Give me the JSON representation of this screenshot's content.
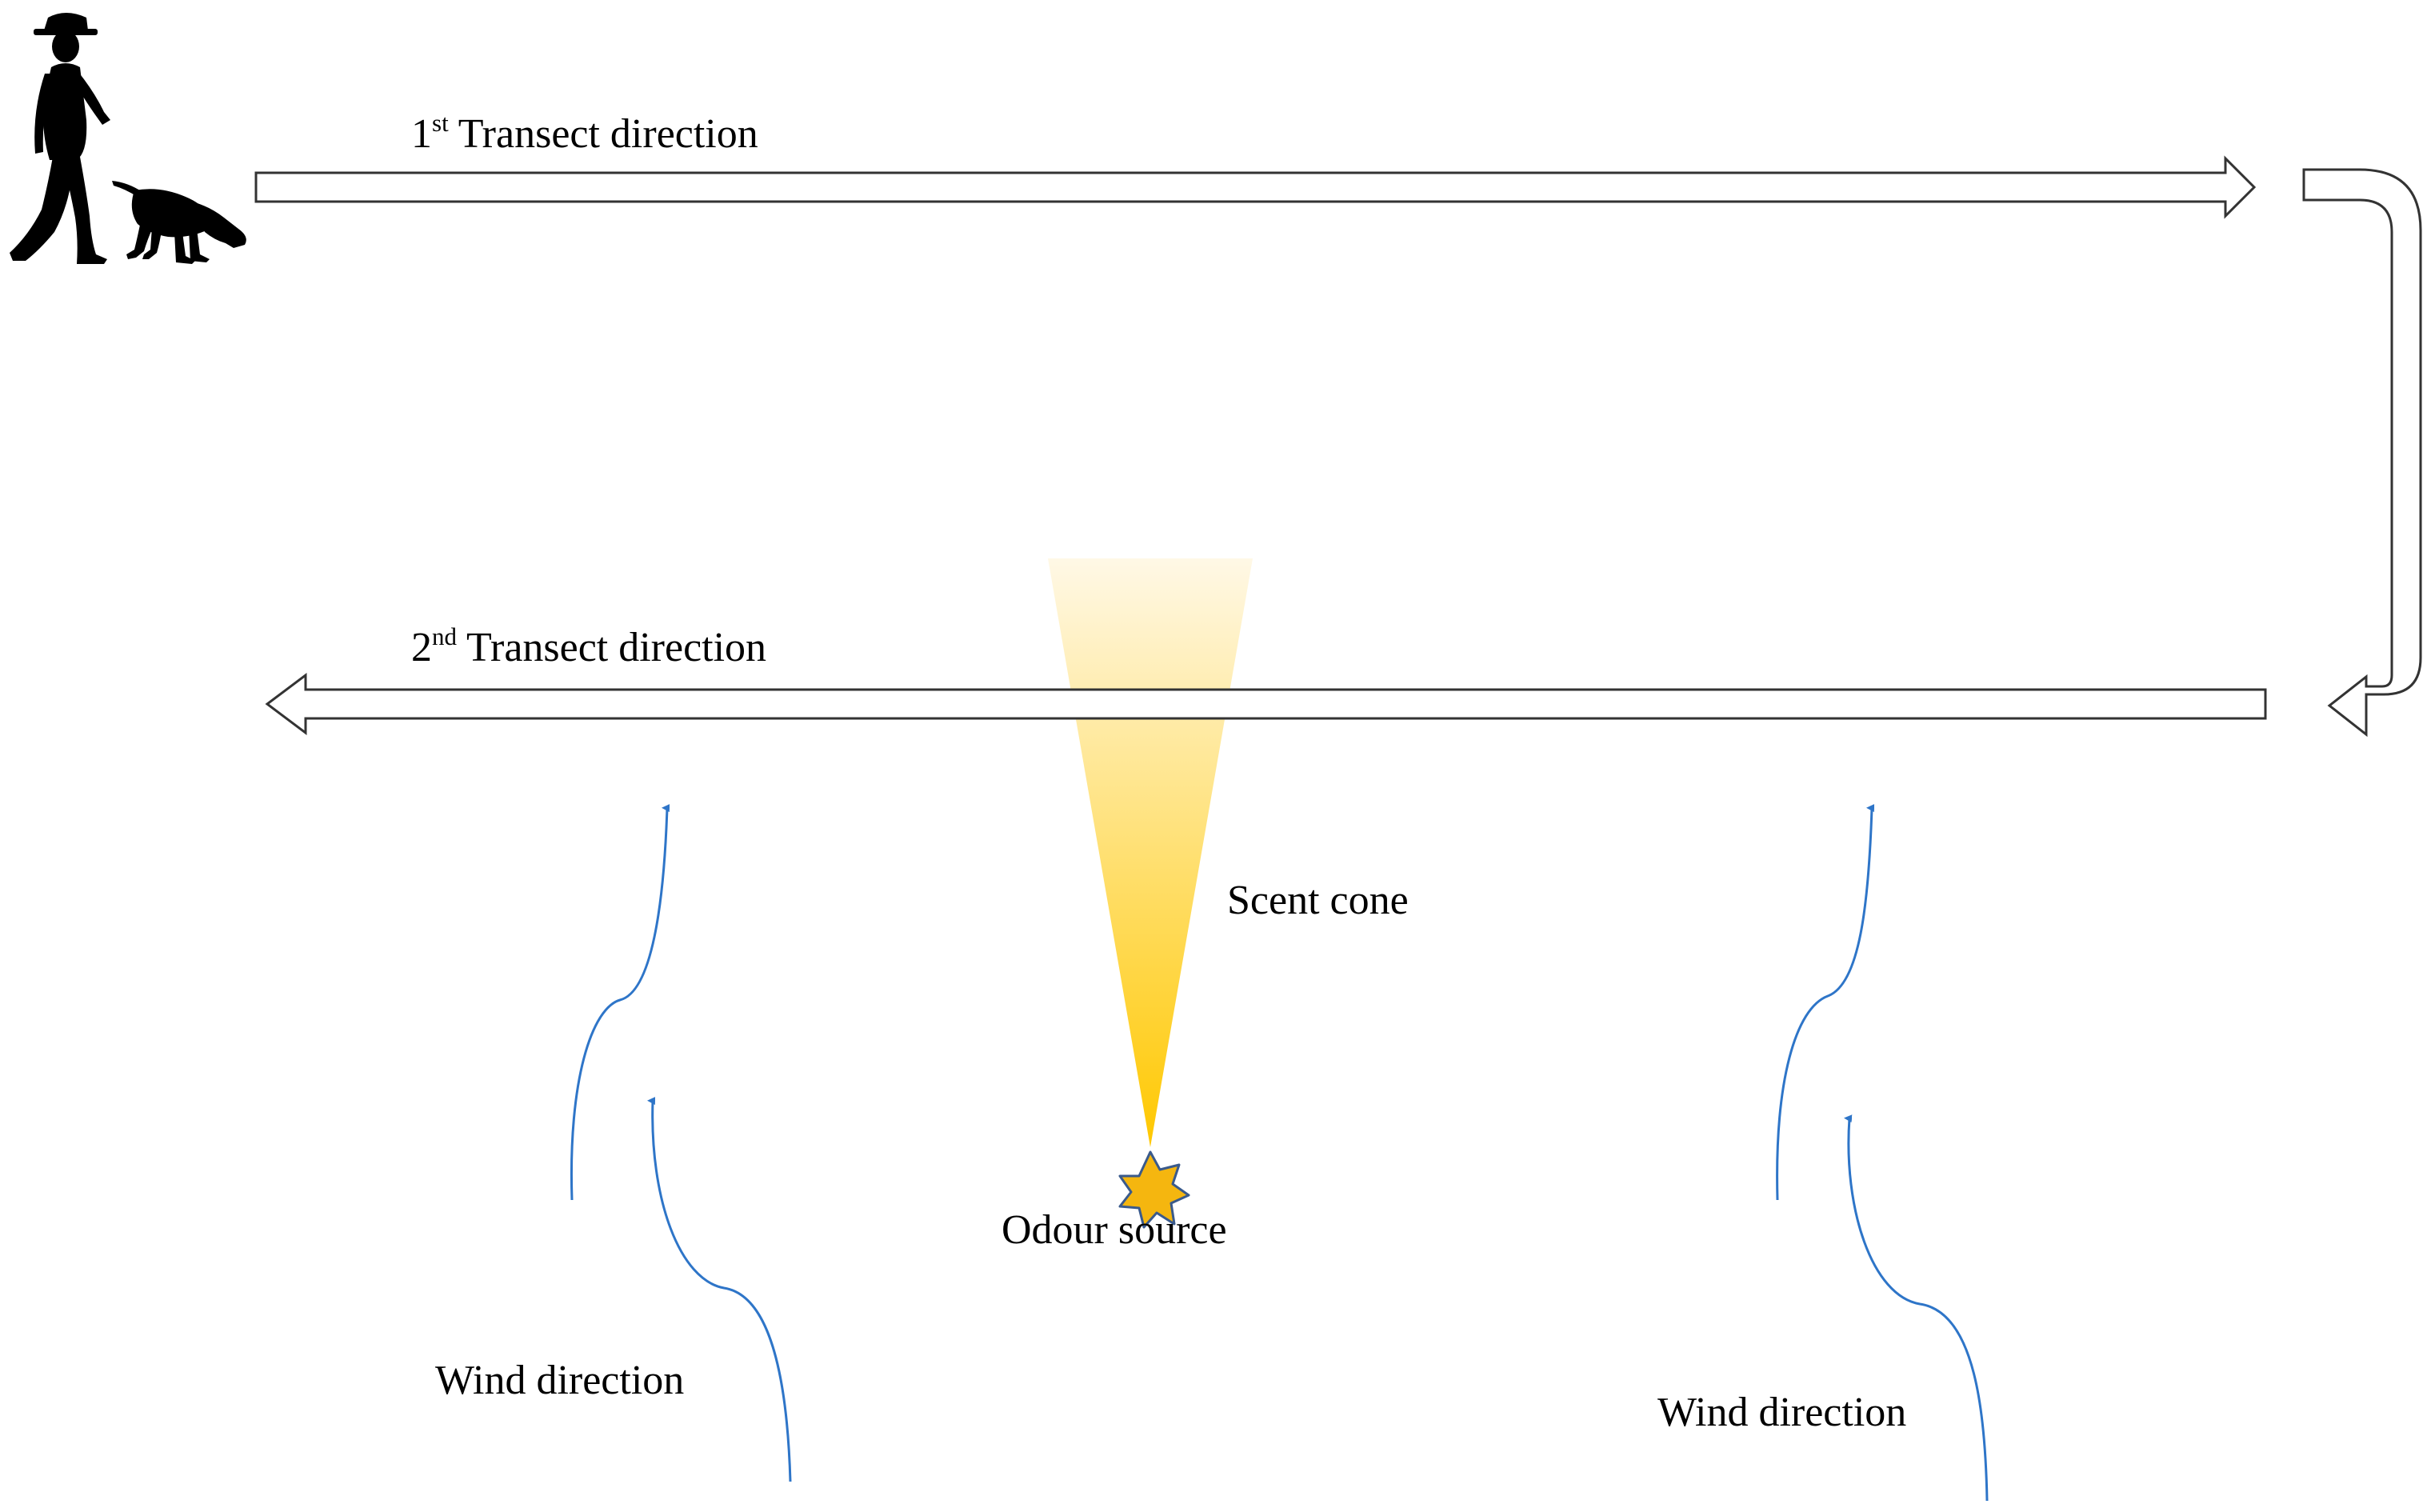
{
  "labels": {
    "transect1": {
      "num": "1",
      "sup": "st",
      "text": " Transect direction"
    },
    "transect2": {
      "num": "2",
      "sup": "nd",
      "text": " Transect direction"
    },
    "scent_cone": "Scent cone",
    "odour_source": "Odour source",
    "wind_left": "Wind direction",
    "wind_right": "Wind direction"
  },
  "icons": {
    "walker": "person-walking-icon",
    "dog": "tracking-dog-icon",
    "source": "odour-source-star-icon"
  },
  "colors": {
    "wind_arrow": "#2E75C8",
    "scent_cone_top": "#FFF8E6",
    "scent_cone_bottom": "#FFC800",
    "odour_source_fill": "#F5B60F",
    "odour_source_stroke": "#3A5A8C",
    "transect_arrow_stroke": "#333333",
    "silhouette": "#000000"
  }
}
